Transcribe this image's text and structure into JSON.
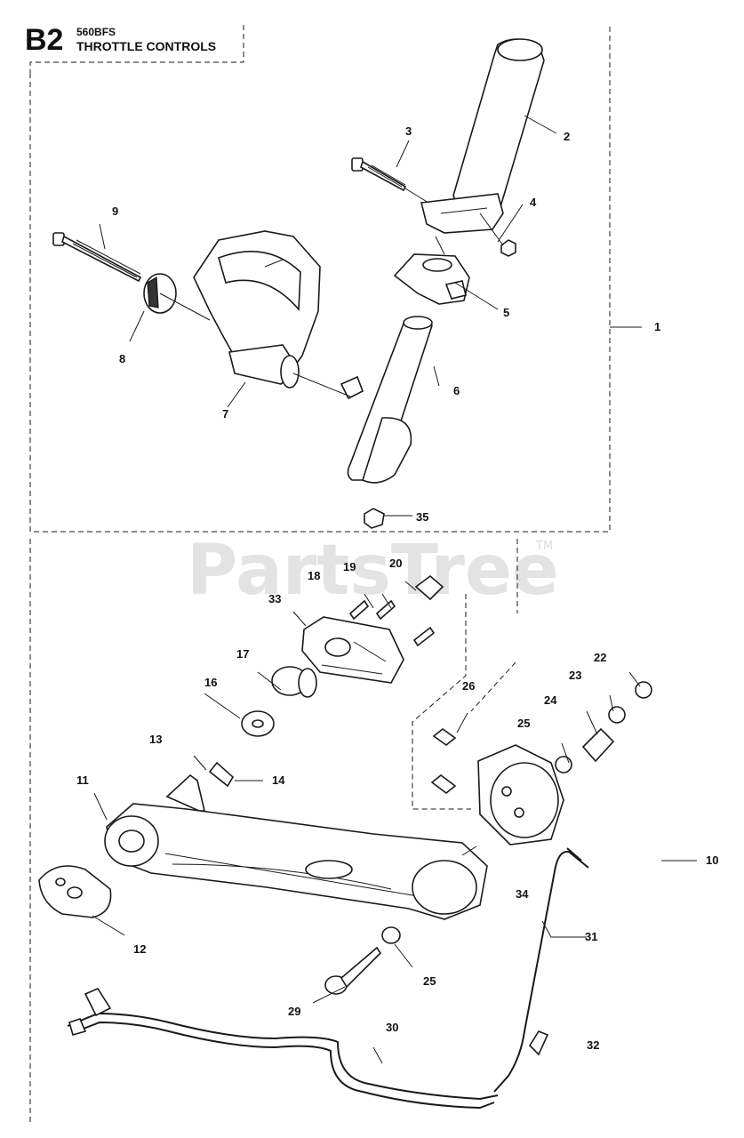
{
  "header": {
    "code": "B2",
    "model": "560BFS",
    "title": "THROTTLE CONTROLS"
  },
  "watermark": {
    "text": "PartsTree",
    "trademark": "TM"
  },
  "callouts": [
    "1",
    "2",
    "3",
    "4",
    "5",
    "6",
    "7",
    "8",
    "9",
    "10",
    "11",
    "12",
    "13",
    "14",
    "16",
    "17",
    "18",
    "19",
    "20",
    "22",
    "23",
    "24",
    "25",
    "25",
    "26",
    "29",
    "30",
    "31",
    "32",
    "33",
    "34",
    "35"
  ]
}
